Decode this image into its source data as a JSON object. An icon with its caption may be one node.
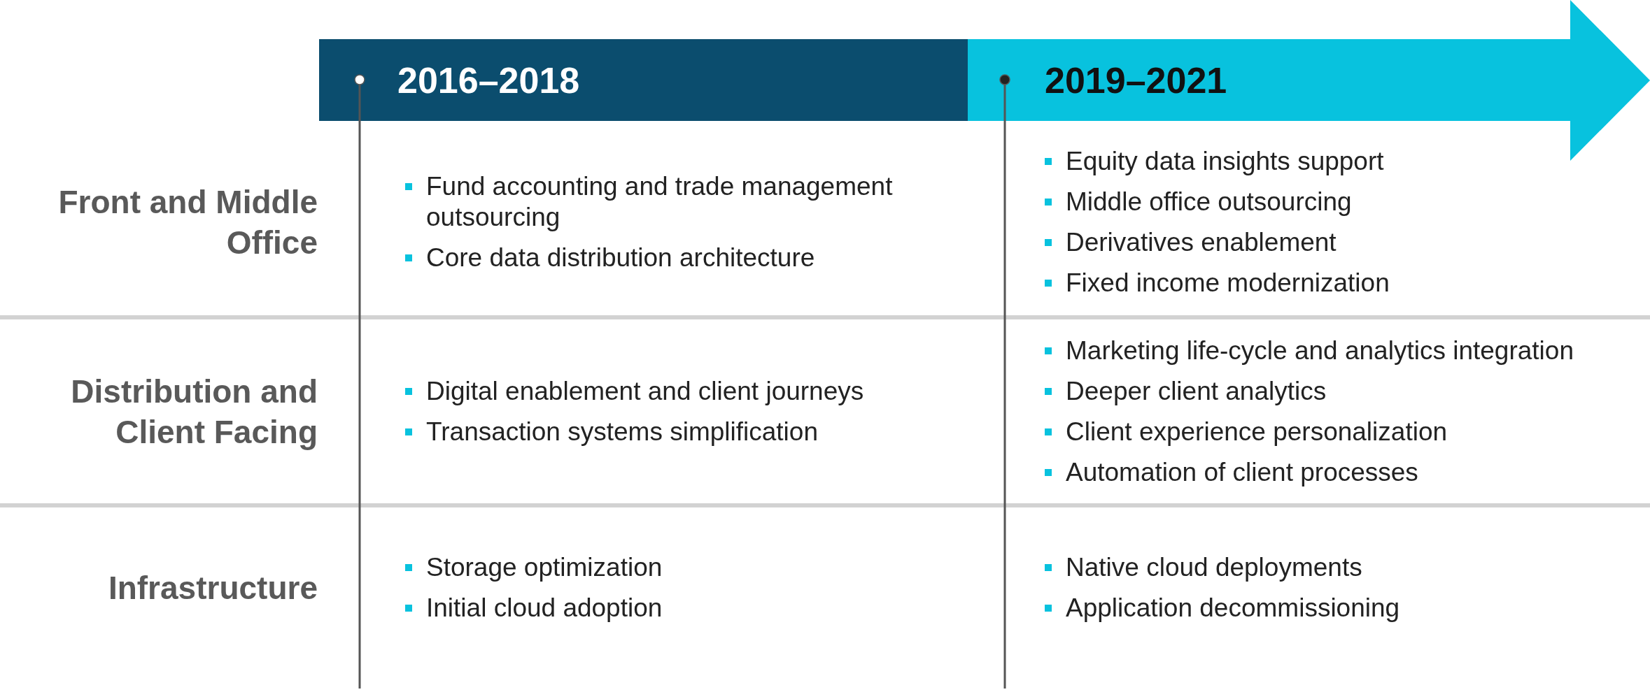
{
  "diagram": {
    "nodes": [
      {
        "text": [
          "2016–2018"
        ]
      },
      {
        "text": [
          "2019–2021"
        ]
      },
      {
        "text": [
          "Front and Middle Office"
        ]
      },
      {
        "text": [
          "Distribution and Client Facing"
        ]
      },
      {
        "text": [
          "Infrastructure"
        ]
      }
    ],
    "labels": [
      "Fund accounting and trade management outsourcing",
      "Core data distribution architecture",
      "Equity data insights support",
      "Middle office outsourcing",
      "Derivatives enablement",
      "Fixed income modernization",
      "Digital enablement and client journeys",
      "Transaction systems simplification",
      "Marketing life-cycle and analytics integration",
      "Deeper client analytics",
      "Client experience personalization",
      "Automation of client processes",
      "Storage optimization",
      "Initial cloud adoption",
      "Native cloud deployments",
      "Application decommissioning"
    ]
  }
}
